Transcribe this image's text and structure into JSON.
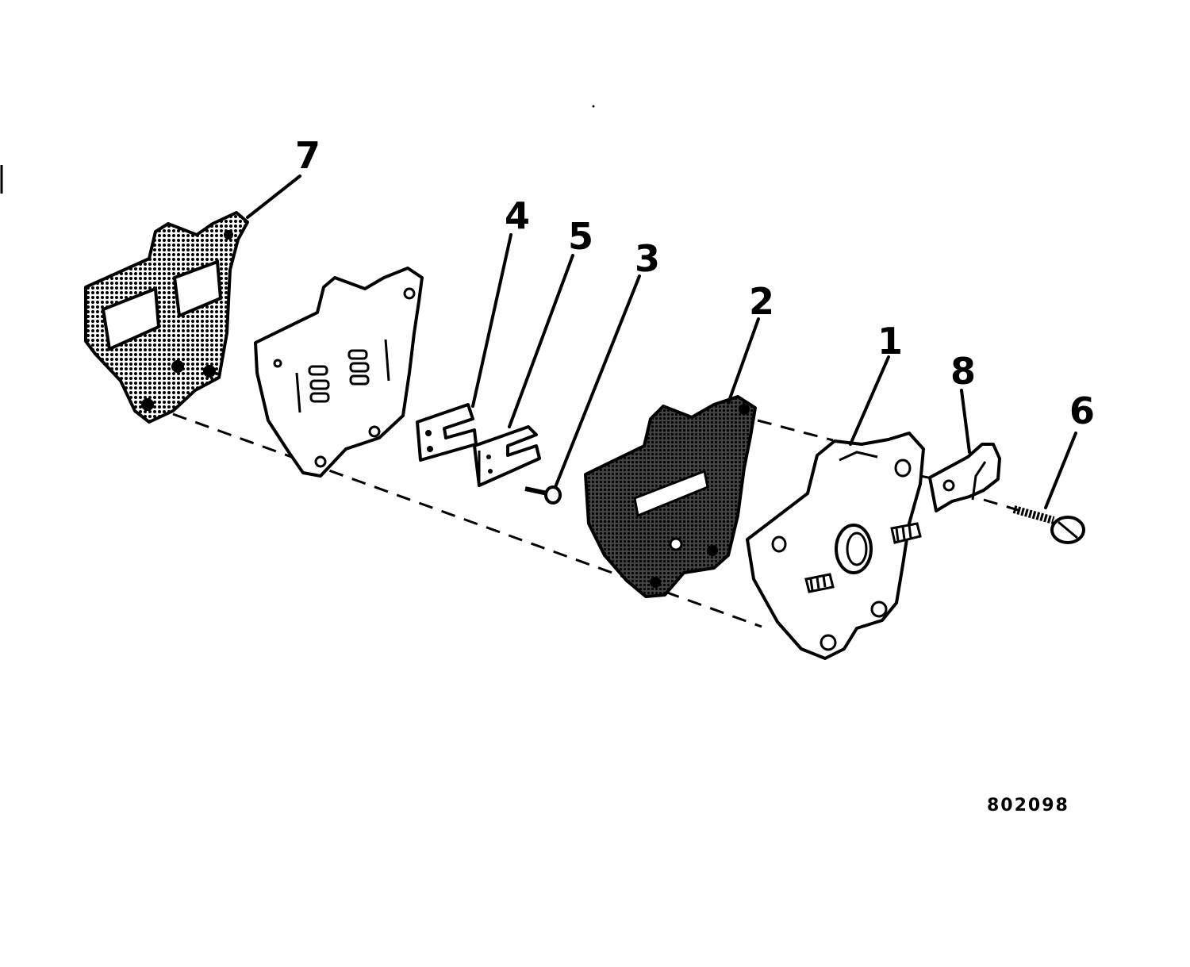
{
  "diagram": {
    "figure_number": "802098",
    "callouts": [
      {
        "label": "7"
      },
      {
        "label": "4"
      },
      {
        "label": "5"
      },
      {
        "label": "3"
      },
      {
        "label": "2"
      },
      {
        "label": "1"
      },
      {
        "label": "8"
      },
      {
        "label": "6"
      }
    ]
  },
  "colors": {
    "ink": "#000000",
    "paper": "#ffffff",
    "gasket_fill": "#5a5a5a"
  }
}
